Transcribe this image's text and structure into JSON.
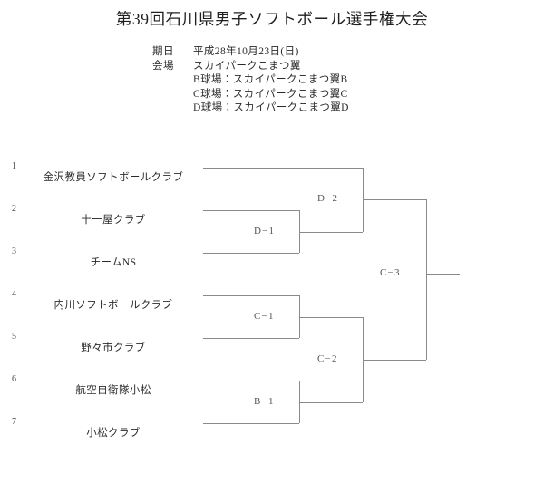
{
  "header": {
    "title": "第39回石川県男子ソフトボール選手権大会",
    "info": {
      "date_label": "期日",
      "date_value": "平成28年10月23日(日)",
      "venue_label": "会場",
      "venue_value": "スカイパークこまつ翼",
      "venue_sub": [
        "B球場：スカイパークこまつ翼B",
        "C球場：スカイパークこまつ翼C",
        "D球場：スカイパークこまつ翼D"
      ]
    }
  },
  "bracket": {
    "teams": [
      {
        "seed": "1",
        "name": "金沢教員ソフトボールクラブ"
      },
      {
        "seed": "2",
        "name": "十一屋クラブ"
      },
      {
        "seed": "3",
        "name": "チームNS"
      },
      {
        "seed": "4",
        "name": "内川ソフトボールクラブ"
      },
      {
        "seed": "5",
        "name": "野々市クラブ"
      },
      {
        "seed": "6",
        "name": "航空自衛隊小松"
      },
      {
        "seed": "7",
        "name": "小松クラブ"
      }
    ],
    "matches": [
      {
        "id": "D-1",
        "label": "D−1",
        "teams": [
          "2",
          "3"
        ]
      },
      {
        "id": "D-2",
        "label": "D−2",
        "teams": [
          "1",
          "D-1"
        ]
      },
      {
        "id": "C-1",
        "label": "C−1",
        "teams": [
          "4",
          "5"
        ]
      },
      {
        "id": "B-1",
        "label": "B−1",
        "teams": [
          "6",
          "7"
        ]
      },
      {
        "id": "C-2",
        "label": "C−2",
        "teams": [
          "C-1",
          "B-1"
        ]
      },
      {
        "id": "C-3",
        "label": "C−3",
        "teams": [
          "D-2",
          "C-2"
        ]
      }
    ],
    "line_color": "#8a8a8a"
  }
}
